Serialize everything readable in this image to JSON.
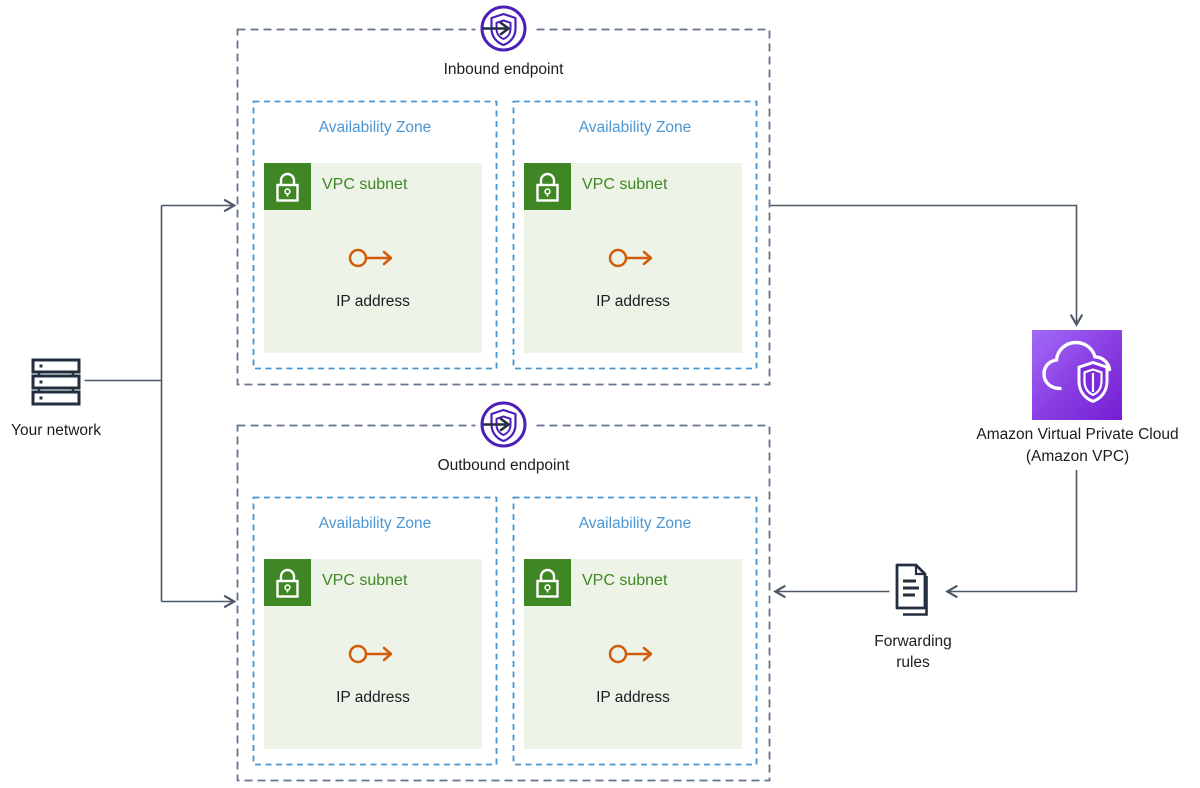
{
  "diagram": {
    "your_network": {
      "label": "Your network"
    },
    "inbound": {
      "label": "Inbound endpoint",
      "azs": [
        {
          "label": "Availability Zone",
          "subnet_label": "VPC subnet",
          "ip_label": "IP address"
        },
        {
          "label": "Availability Zone",
          "subnet_label": "VPC subnet",
          "ip_label": "IP address"
        }
      ]
    },
    "outbound": {
      "label": "Outbound endpoint",
      "azs": [
        {
          "label": "Availability Zone",
          "subnet_label": "VPC subnet",
          "ip_label": "IP address"
        },
        {
          "label": "Availability Zone",
          "subnet_label": "VPC subnet",
          "ip_label": "IP address"
        }
      ]
    },
    "vpc": {
      "label_line1": "Amazon Virtual Private Cloud",
      "label_line2": "(Amazon VPC)"
    },
    "forwarding": {
      "label_line1": "Forwarding",
      "label_line2": "rules"
    },
    "colors": {
      "availability_zone_blue": "#4b96d3",
      "subnet_green": "#3f8624",
      "subnet_fill_green": "#edf4e7",
      "endpoint_purple": "#4c20b8",
      "ip_orange": "#d45b07",
      "connector_gray": "#4d5967",
      "group_border_slate": "#64748f",
      "icon_navy": "#232f3e",
      "vpc_gradient_start": "#a26bf7",
      "vpc_gradient_end": "#741fd2"
    }
  }
}
